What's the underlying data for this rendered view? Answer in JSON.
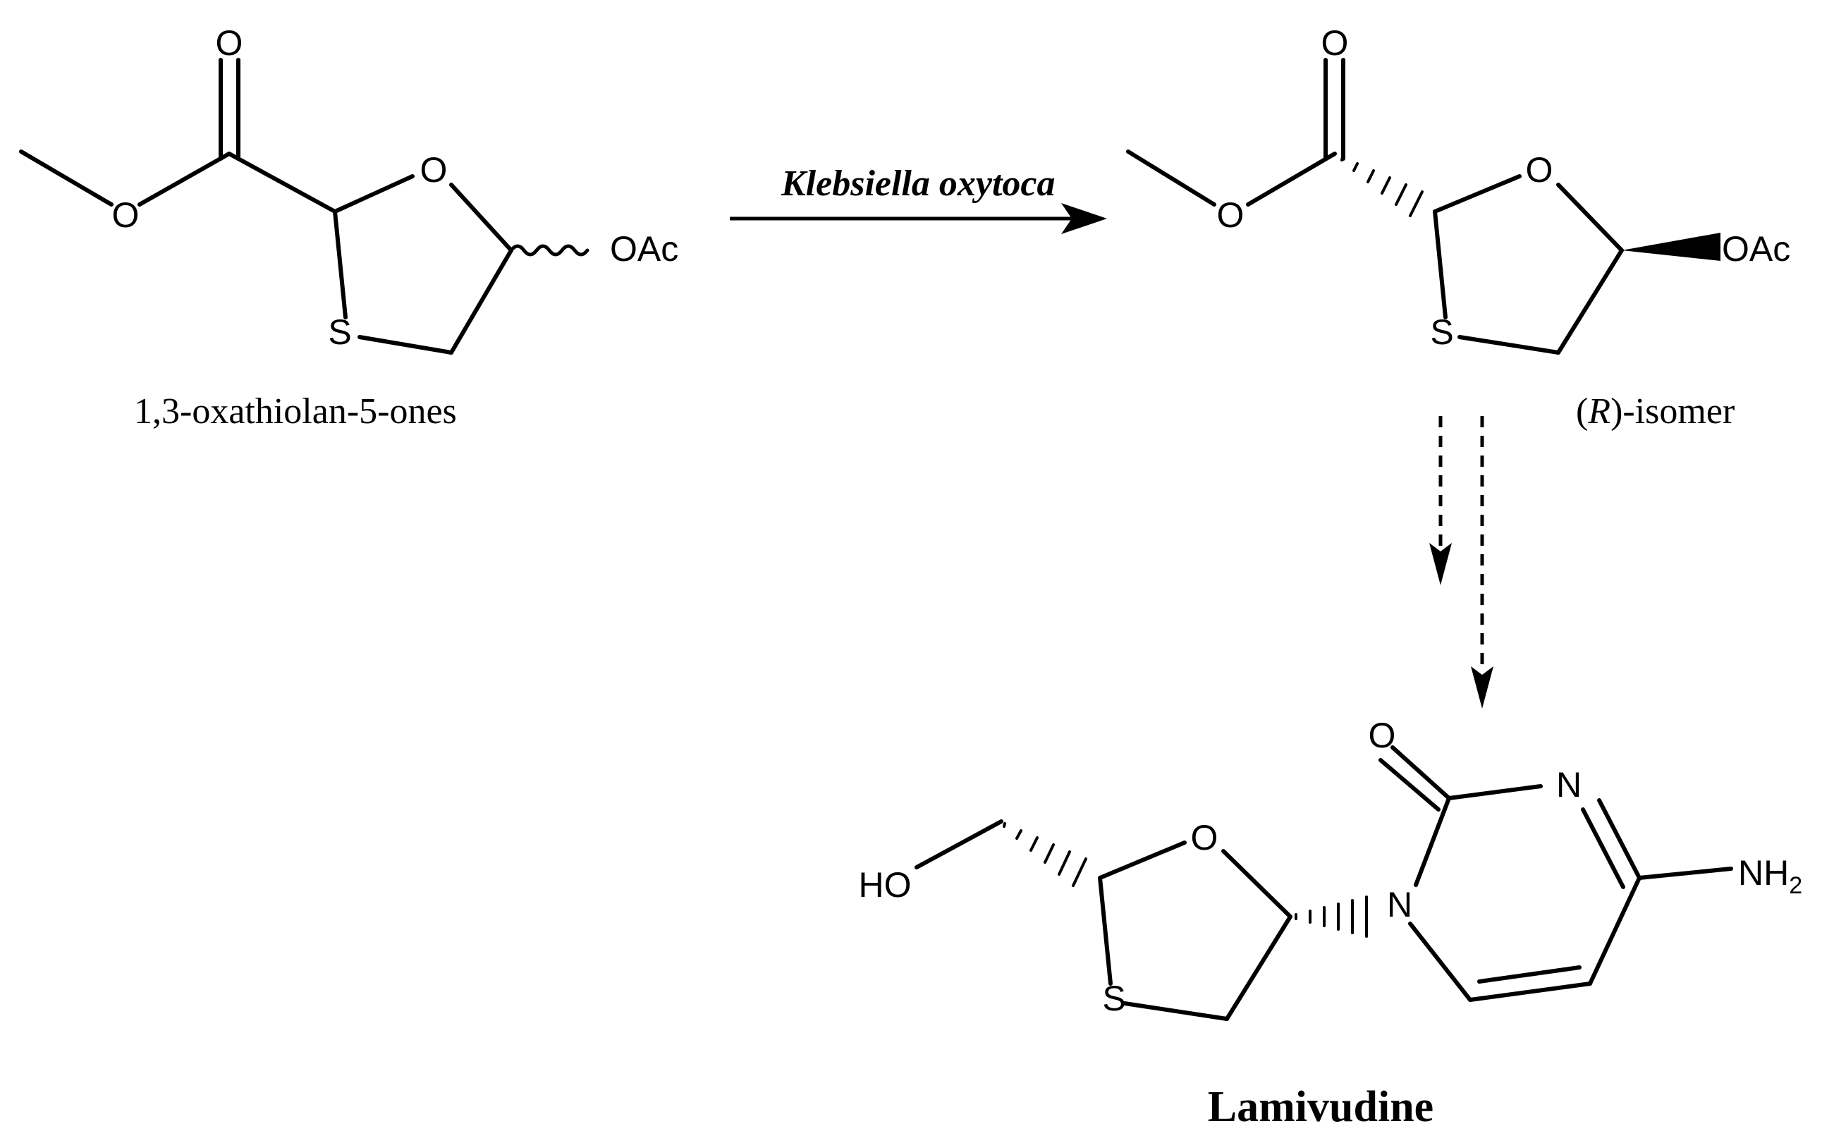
{
  "atoms": {
    "o": "O",
    "s": "S",
    "n": "N",
    "oac": "OAc",
    "ho": "HO",
    "nh": "NH",
    "two": "2"
  },
  "labels": {
    "reagent": "Klebsiella oxytoca",
    "substrate": "1,3-oxathiolan-5-ones",
    "product_open": "(",
    "product_r": "R",
    "product_rest": ")-isomer",
    "final_product": "Lamivudine"
  }
}
